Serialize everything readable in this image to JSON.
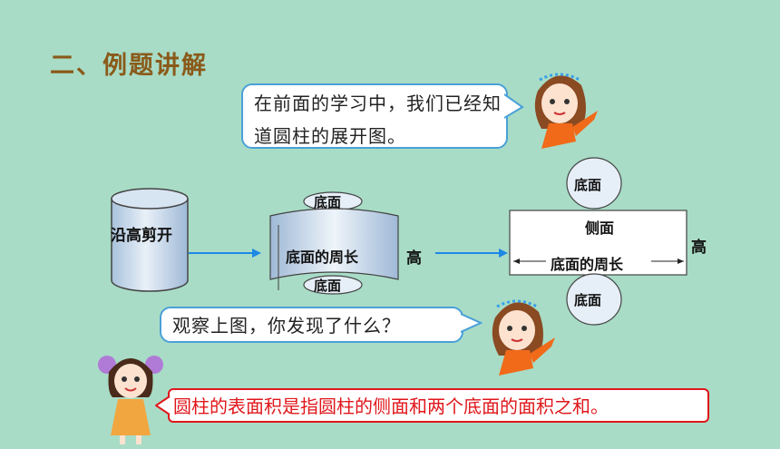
{
  "section_title": "二、例题讲解",
  "bubble_intro": "在前面的学习中，我们已经知道圆柱的展开图。",
  "bubble_question": "观察上图，你发现了什么？",
  "bubble_conclusion": "圆柱的表面积是指圆柱的侧面和两个底面的面积之和。",
  "diagram": {
    "cut_label": "沿高剪开",
    "top_base": "底面",
    "bottom_base": "底面",
    "circumference": "底面的周长",
    "height": "高",
    "side_face": "侧面",
    "net_top_base": "底面",
    "net_bottom_base": "底面",
    "net_circumference": "底面的周长",
    "net_height": "高"
  },
  "colors": {
    "background": "#a8dcc6",
    "accent_blue": "#4aa0d8",
    "conclusion_red": "#e0161b",
    "title_brown": "#8a5a1a"
  }
}
